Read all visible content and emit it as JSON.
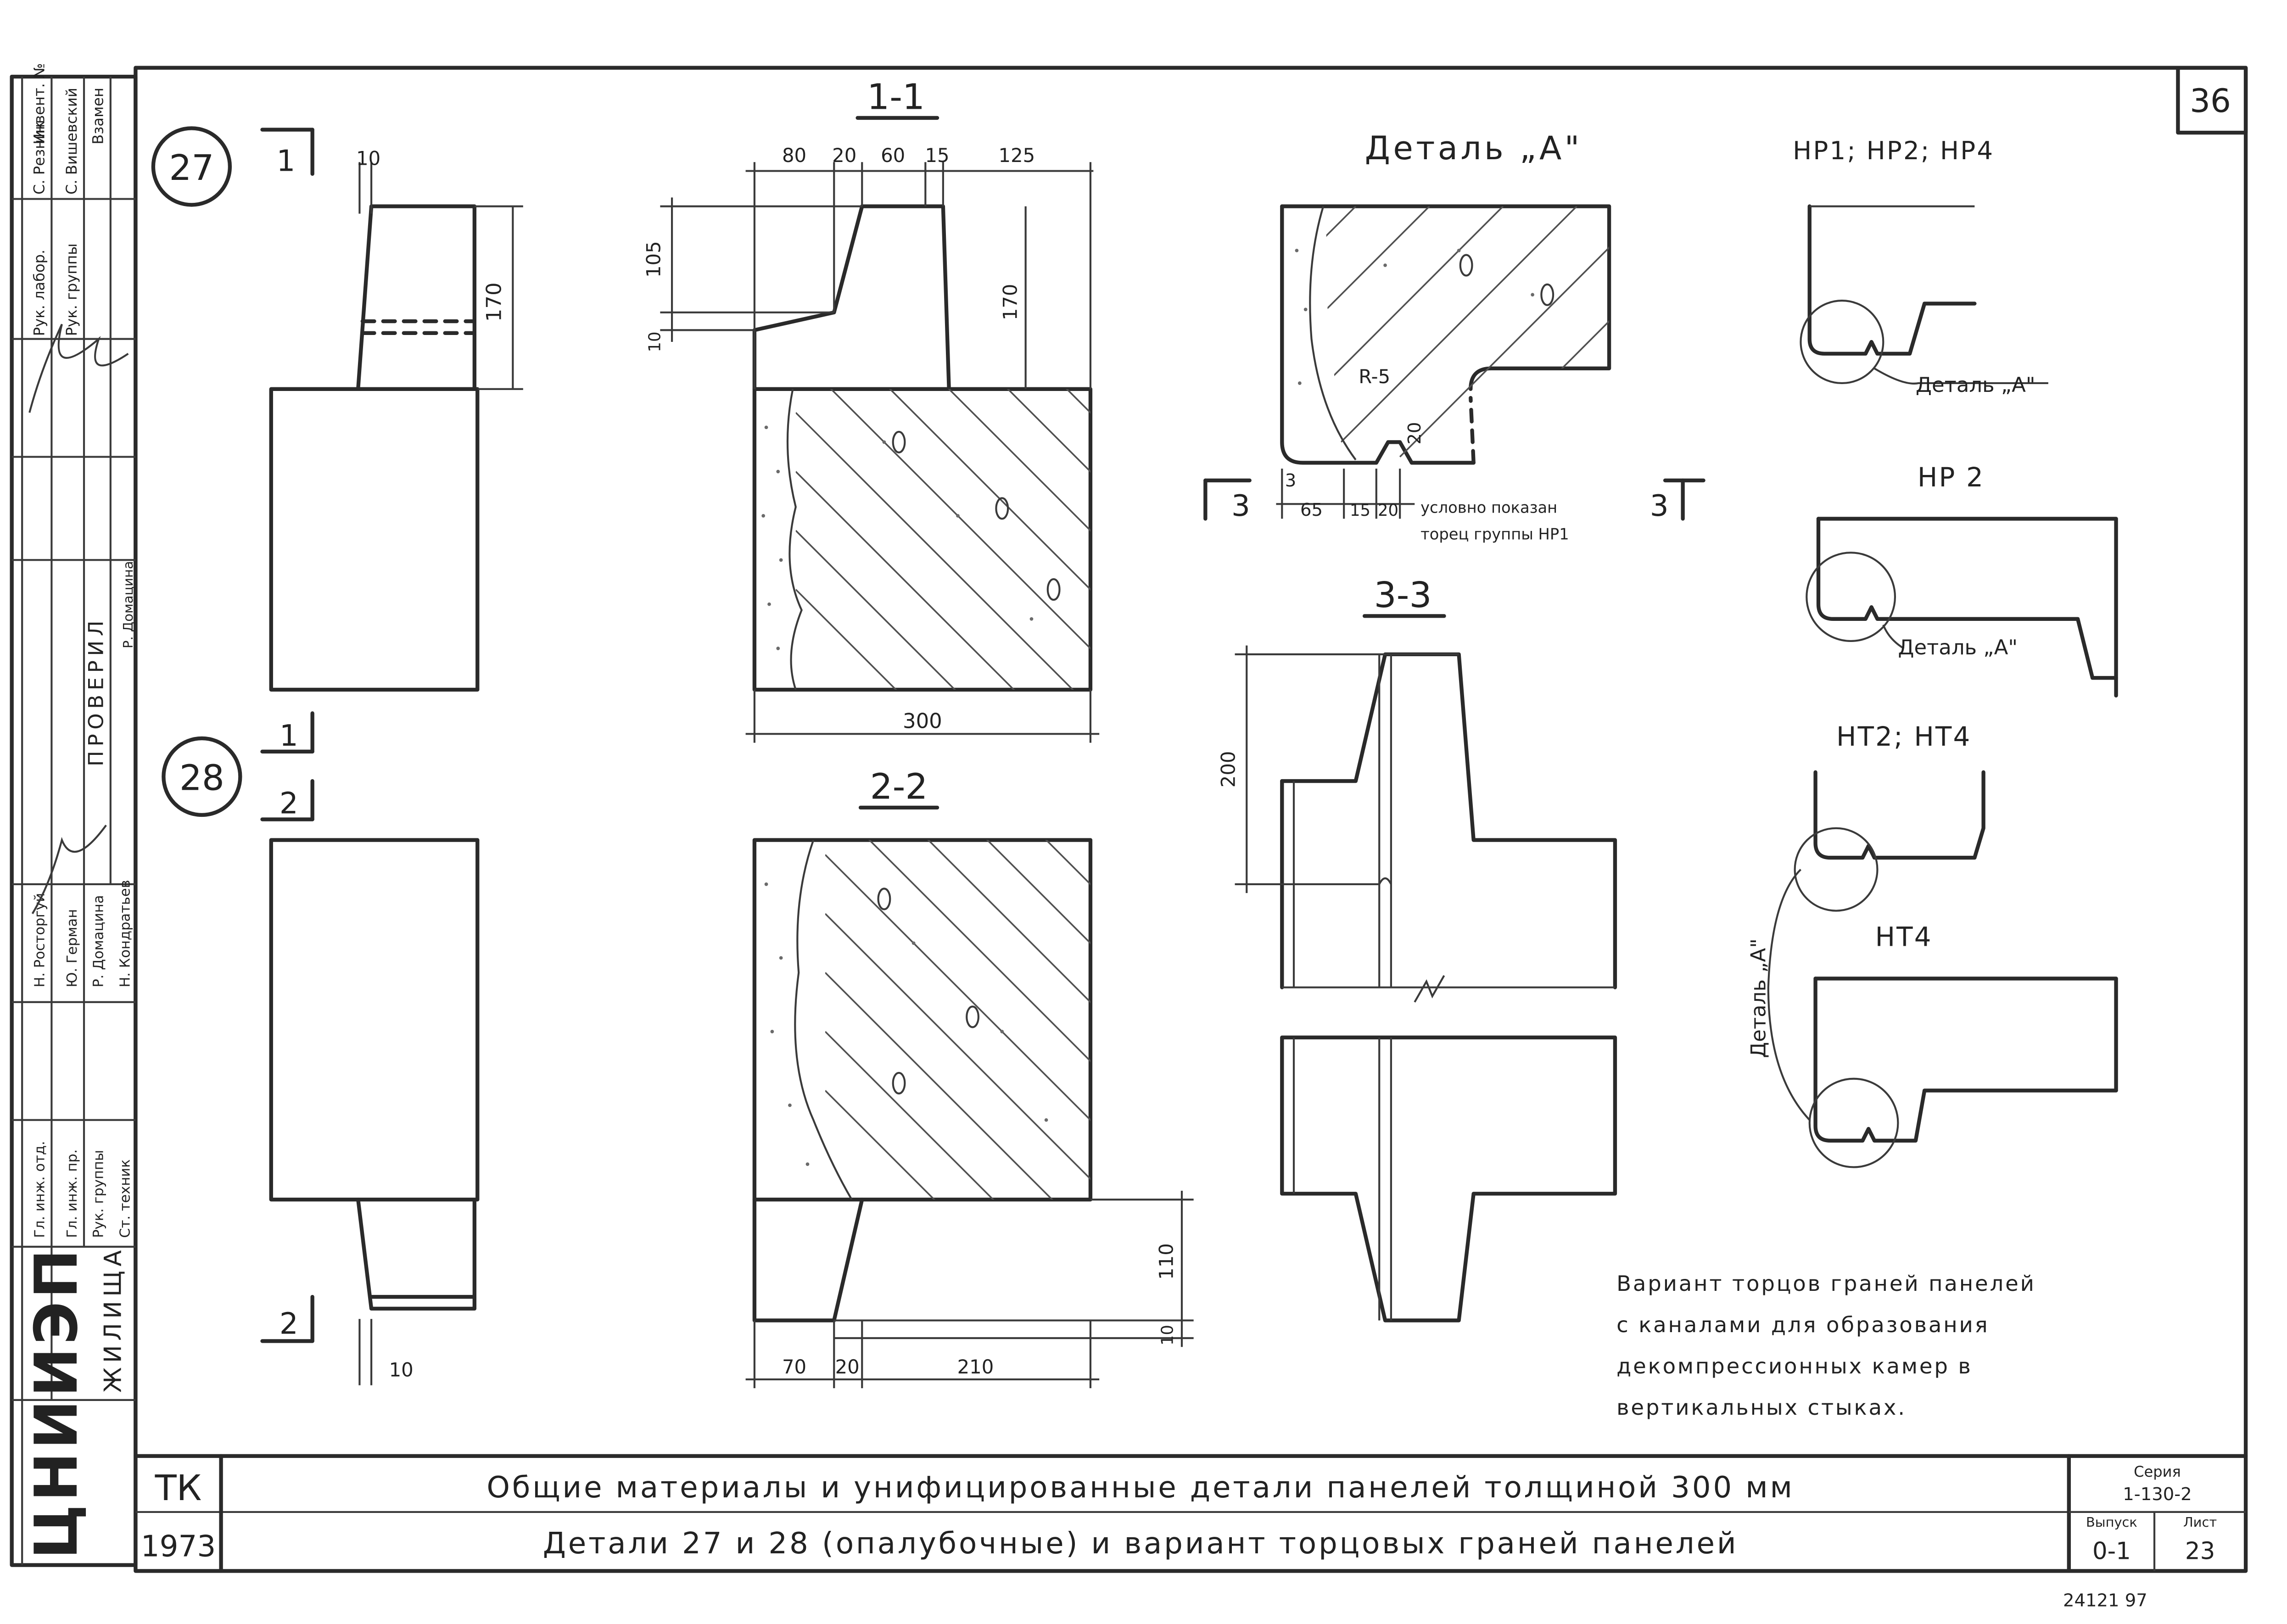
{
  "sheet": {
    "number": "36",
    "circle_labels": [
      "27",
      "28"
    ],
    "detail_a_title": "Деталь „А\"",
    "right_titles": [
      "НР1; НР2; НР4",
      "НР 2",
      "НТ2; НТ4",
      "НТ4"
    ],
    "detail_a_label": "Деталь „А\"",
    "caption_lines": [
      "Вариант торцов граней панелей",
      "с каналами для образования",
      "декомпрессионных камер в",
      "вертикальных стыках."
    ]
  },
  "section_markers": {
    "s11": "1-1",
    "s22": "2-2",
    "s33": "3-3",
    "m1": "1",
    "m2": "2",
    "m3": "3"
  },
  "dims": {
    "d27_top": "10",
    "d27_right": "170",
    "s11_top": [
      "80",
      "20",
      "60",
      "15",
      "125"
    ],
    "s11_left_top": "105",
    "s11_left_bot": "10",
    "s11_right": "170",
    "s11_bottom": "300",
    "detA_r": "R-5",
    "detA_20": "20",
    "detA_3": "3",
    "detA_bottom": [
      "65",
      "15",
      "20"
    ],
    "detA_note": [
      "условно показан",
      "торец группы НР1"
    ],
    "s33_left": "200",
    "s22_bottom": [
      "70",
      "20",
      "210"
    ],
    "s22_right_110": "110",
    "s22_right_10": "10",
    "d28_bottom": "10"
  },
  "left_stamp": {
    "rows": [
      {
        "role": "Рук. лабор.",
        "name": "С. Резник",
        "col3": "Инвент. №"
      },
      {
        "role": "Рук. группы",
        "name": "С. Вишевский",
        "col3": "Взамен"
      }
    ],
    "checked_header": "ПРОВЕРИЛ",
    "checked_rows": [
      {
        "role": "Рук. лабор.",
        "name": "Р. Домацина"
      },
      {
        "role": "Рук. группы",
        "name": ""
      }
    ],
    "staff": [
      {
        "role": "Гл. инж. отд.",
        "name": "Н. Росторгуй"
      },
      {
        "role": "Гл. инж. пр.",
        "name": "Ю. Герман"
      },
      {
        "role": "Рук. группы",
        "name": "Р. Домацина"
      },
      {
        "role": "Ст. техник",
        "name": "Н. Кондратьев"
      }
    ],
    "org": "ЦНИИЭП",
    "org_sub": "ЖИЛИЩА"
  },
  "title_block": {
    "code": "ТК",
    "year": "1973",
    "line1": "Общие материалы и унифицированные детали панелей толщиной 300 мм",
    "line2": "Детали 27 и 28 (опалубочные) и вариант торцовых граней панелей",
    "series_label": "Серия",
    "series_value": "1-130-2",
    "issue_label": "Выпуск",
    "issue_value": "0-1",
    "sheet_label": "Лист",
    "sheet_value": "23"
  },
  "footer_stamp": "24121 97"
}
